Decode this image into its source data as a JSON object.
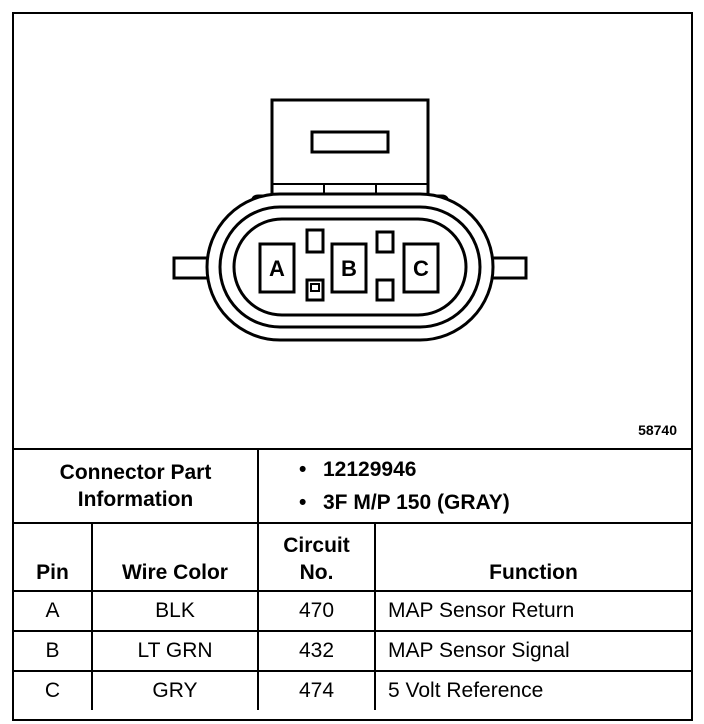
{
  "diagram": {
    "figure_id": "58740",
    "pins": [
      {
        "label": "A"
      },
      {
        "label": "B"
      },
      {
        "label": "C"
      }
    ]
  },
  "table": {
    "part_info_label_line1": "Connector Part",
    "part_info_label_line2": "Information",
    "part_numbers": [
      "12129946",
      "3F M/P 150 (GRAY)"
    ],
    "bullet": "•",
    "headers": {
      "pin": "Pin",
      "wire_color": "Wire Color",
      "circuit_line1": "Circuit",
      "circuit_line2": "No.",
      "function": "Function"
    },
    "rows": [
      {
        "pin": "A",
        "wire_color": "BLK",
        "circuit": "470",
        "function": "MAP Sensor Return"
      },
      {
        "pin": "B",
        "wire_color": "LT GRN",
        "circuit": "432",
        "function": "MAP Sensor Signal"
      },
      {
        "pin": "C",
        "wire_color": "GRY",
        "circuit": "474",
        "function": "5 Volt Reference"
      }
    ]
  }
}
